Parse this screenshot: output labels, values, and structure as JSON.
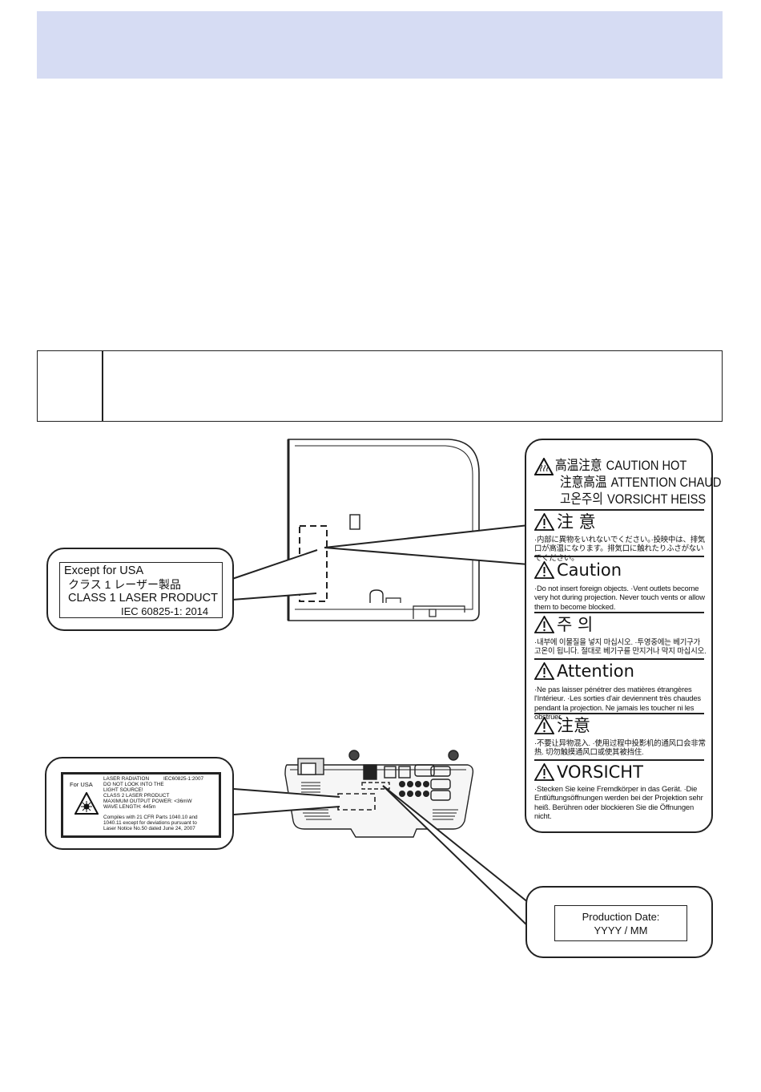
{
  "except_label": {
    "line1": "Except for USA",
    "line2": "クラス 1 レーザー製品",
    "line3": "CLASS 1 LASER PRODUCT",
    "line4": "IEC 60825-1: 2014"
  },
  "laser_label": {
    "for_usa": "For USA",
    "standard": "IEC60825-1:2007",
    "lines": [
      "LASER RADIATION",
      "DO NOT LOOK INTO THE",
      "LIGHT SOURCE!",
      "CLASS 2 LASER PRODUCT",
      "MAXIMUM OUTPUT POWER:  <36mW",
      "WAVE LENGTH:  445m"
    ],
    "compliance": [
      "Compiles with 21 CFR Parts 1040.10 and",
      "1040.11 except for deviations pursuant to",
      "Laser Notice No.50 dated June 24, 2007"
    ]
  },
  "production_label": {
    "line1": "Production Date:",
    "line2": "YYYY / MM"
  },
  "warning_panel": {
    "hot": [
      {
        "cjk": "高温注意",
        "latin": "CAUTION HOT"
      },
      {
        "cjk": "注意高温",
        "latin": "ATTENTION CHAUD"
      },
      {
        "cjk": "고온주의",
        "latin": "VORSICHT HEISS"
      }
    ],
    "sections": [
      {
        "title": "注 意",
        "body": "·内部に異物をいれないでください。·投映中は、排気口が高温になります。排気口に触れたりふさがないでください。"
      },
      {
        "title": "Caution",
        "body": "·Do not insert foreign objects. ·Vent outlets become very hot during projection. Never touch vents or allow them to become blocked."
      },
      {
        "title": "주 의",
        "body": "·내부에 이물질을 넣지 마십시오.  ·투영중에는 베기구가 고온이 됩니다.  절대로 베기구를 만지거나 막지 마십시오."
      },
      {
        "title": "Attention",
        "body": "·Ne pas laisser pénétrer des matières étrangères l'Intérieur. ·Les sorties d'air deviennent très chaudes pendant la projection. Ne jamais les toucher ni les obstruer."
      },
      {
        "title": "注意",
        "body": "·不要让异物混入. ·使用过程中投影机的通风口会非常热. 切勿触摸通风口或使其被挡住."
      },
      {
        "title": "VORSICHT",
        "body": "·Stecken Sie keine Fremdkörper in das Gerät. ·Die Entlüftungsöffnungen werden bei der Projektion sehr heiß. Berühren oder blockieren Sie die Öffnungen nicht."
      }
    ]
  }
}
